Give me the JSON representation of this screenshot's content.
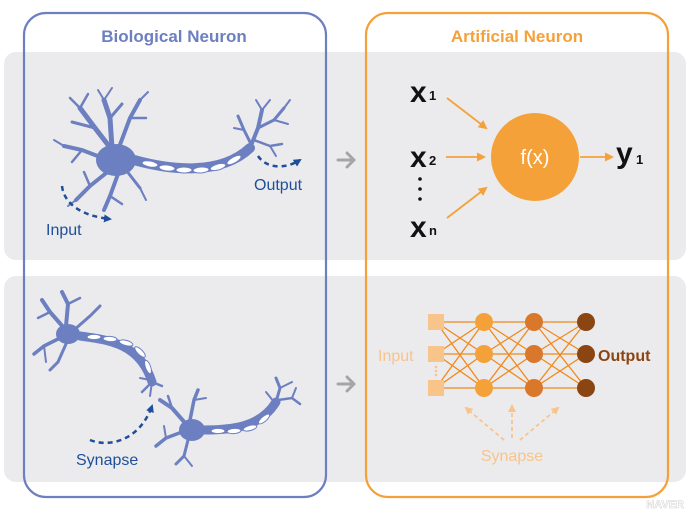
{
  "biological": {
    "title": "Biological Neuron",
    "input_label": "Input",
    "output_label": "Output",
    "synapse_label": "Synapse"
  },
  "artificial": {
    "title": "Artificial Neuron",
    "x1_main": "x",
    "x1_sub": "1",
    "x2_main": "x",
    "x2_sub": "2",
    "xn_main": "x",
    "xn_sub": "n",
    "function_label": "f(x)",
    "y_main": "y",
    "y_sub": "1",
    "input_label": "Input",
    "output_label": "Output",
    "synapse_label": "Synapse"
  },
  "watermark": "NAVER",
  "colors": {
    "blue_frame": "#6c7fc0",
    "blue_text": "#1f4f9a",
    "orange": "#f5a13a",
    "light_orange": "#f8c48a",
    "brown": "#8b4513",
    "panel_gray": "#ebebed",
    "arrow_gray": "#a5a5a5"
  }
}
